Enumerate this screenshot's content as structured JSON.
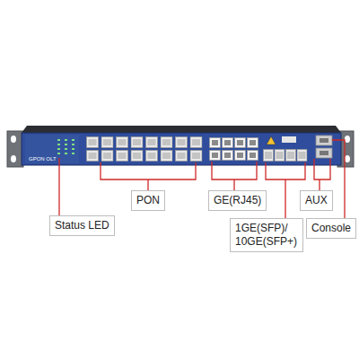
{
  "diagram": {
    "nodes": [
      {
        "text": [
          "PON"
        ]
      },
      {
        "text": [
          "GE(RJ45)"
        ]
      },
      {
        "text": [
          "AUX"
        ]
      },
      {
        "text": [
          "Status LED"
        ]
      },
      {
        "text": [
          "1GE(SFP)/ 10GE(SFP+)"
        ]
      },
      {
        "text": [
          "Console"
        ]
      }
    ],
    "labels": [
      "GPON OLT"
    ]
  }
}
